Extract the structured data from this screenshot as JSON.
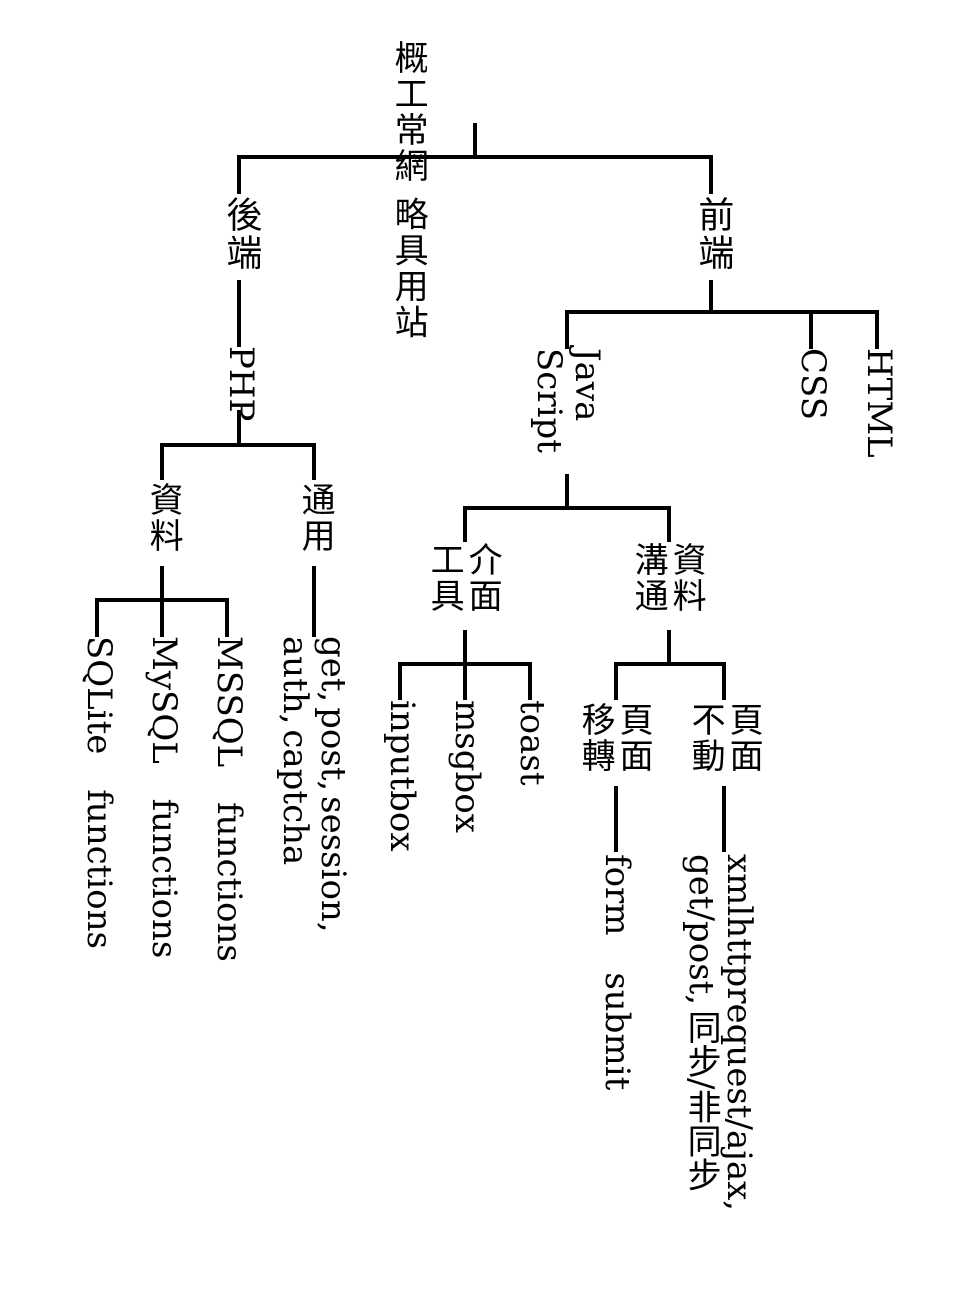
{
  "root": {
    "label": "概工常網 略具用站"
  },
  "backend": {
    "label": "後端",
    "php": {
      "label": "PHP",
      "data": {
        "label": "資料",
        "items": [
          "SQLite functions",
          "MySQL functions",
          "MSSQL functions"
        ]
      },
      "common": {
        "label": "通用",
        "text": "get, post, session, auth, captcha"
      }
    }
  },
  "frontend": {
    "label": "前端",
    "javascript": {
      "label": "Java Script",
      "interface": {
        "label": "介面 工具",
        "items": [
          "inputbox",
          "msgbox",
          "toast"
        ]
      },
      "data_comm": {
        "label": "資料 溝通",
        "page_move": {
          "label": "頁面 移轉",
          "text": "form submit"
        },
        "page_static": {
          "label": "頁面 不動",
          "text": "xmlhttprequest/ajax, get/post, 同步/非同步"
        }
      }
    },
    "css": {
      "label": "CSS"
    },
    "html": {
      "label": "HTML"
    }
  }
}
